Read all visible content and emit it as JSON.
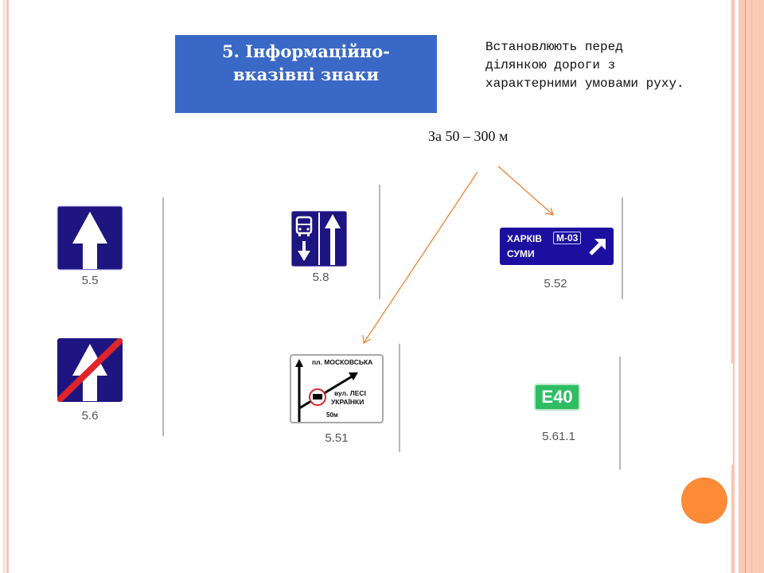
{
  "slide": {
    "title": "5. Інформаційно-вказівні знаки",
    "title_line1": "5. Інформаційно-",
    "title_line2": "вказівні знаки",
    "description_lines": [
      "Встановлюють перед",
      "ділянкою дороги з",
      "характерними умовами руху."
    ],
    "distance_note": "За 50 – 300 м"
  },
  "signs": [
    {
      "code": "5.5",
      "type": "one-way-road"
    },
    {
      "code": "5.6",
      "type": "end-of-one-way-road"
    },
    {
      "code": "5.8",
      "type": "road-with-bus-lane"
    },
    {
      "code": "5.51",
      "type": "preliminary-direction-indicator",
      "texts": [
        "пл. МОСКОВСЬКА",
        "вул. ЛЕСІ",
        "УКРАЇНКИ",
        "50м"
      ]
    },
    {
      "code": "5.52",
      "type": "direction-indicator",
      "texts": [
        "ХАРКІВ",
        "М-03",
        "СУМИ"
      ]
    },
    {
      "code": "5.61.1",
      "type": "route-number",
      "texts": [
        "E40"
      ]
    }
  ],
  "colors": {
    "title_bg": "#3a68c6",
    "sign_blue": "#1f1580",
    "arrow_orange": "#f07a2a",
    "accent_circle": "#fd8a37",
    "border_peach": "#fbc9b4",
    "e_route_green": "#2fbd64"
  }
}
